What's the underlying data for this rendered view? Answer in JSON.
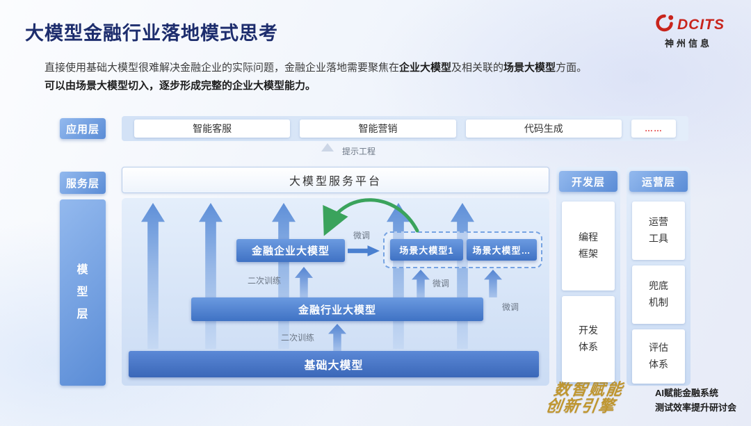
{
  "header": {
    "title": "大模型金融行业落地模式思考",
    "logo": {
      "brand": "DCITS",
      "company": "神州信息"
    }
  },
  "intro": {
    "l1a": "直接使用基础大模型很难解决金融企业的实际问题，金融企业落地需要聚焦在",
    "l1b": "企业大模型",
    "l1c": "及相关联的",
    "l1d": "场景大模型",
    "l1e": "方面。",
    "l2": "可以由场景大模型切入，逐步形成完整的企业大模型能力。"
  },
  "layers": {
    "application": {
      "label": "应用层",
      "items": [
        "智能客服",
        "智能营销",
        "代码生成",
        "……"
      ]
    },
    "service": {
      "label": "服务层",
      "platform": "大模型服务平台"
    },
    "model": {
      "label": "模型层",
      "enterprise": "金融企业大模型",
      "scenario1": "场景大模型1",
      "scenario2": "场景大模型…",
      "industry": "金融行业大模型",
      "base": "基础大模型"
    },
    "development": {
      "label": "开发层",
      "items": [
        "编程框架",
        "开发体系"
      ]
    },
    "operation": {
      "label": "运营层",
      "items": [
        "运营工具",
        "兜底机制",
        "评估体系"
      ]
    }
  },
  "labels": {
    "prompt": "提示工程",
    "finetune": "微调",
    "retrain": "二次训练"
  },
  "footer": {
    "slogan1": "数智赋能",
    "slogan2": "创新引擎",
    "event1": "AI赋能金融系统",
    "event2": "测试效率提升研讨会"
  },
  "colors": {
    "accent_blue": "#3f72c4",
    "green_arrow": "#3aa35c",
    "brand_red": "#c8241c",
    "gold": "#bf9630"
  }
}
